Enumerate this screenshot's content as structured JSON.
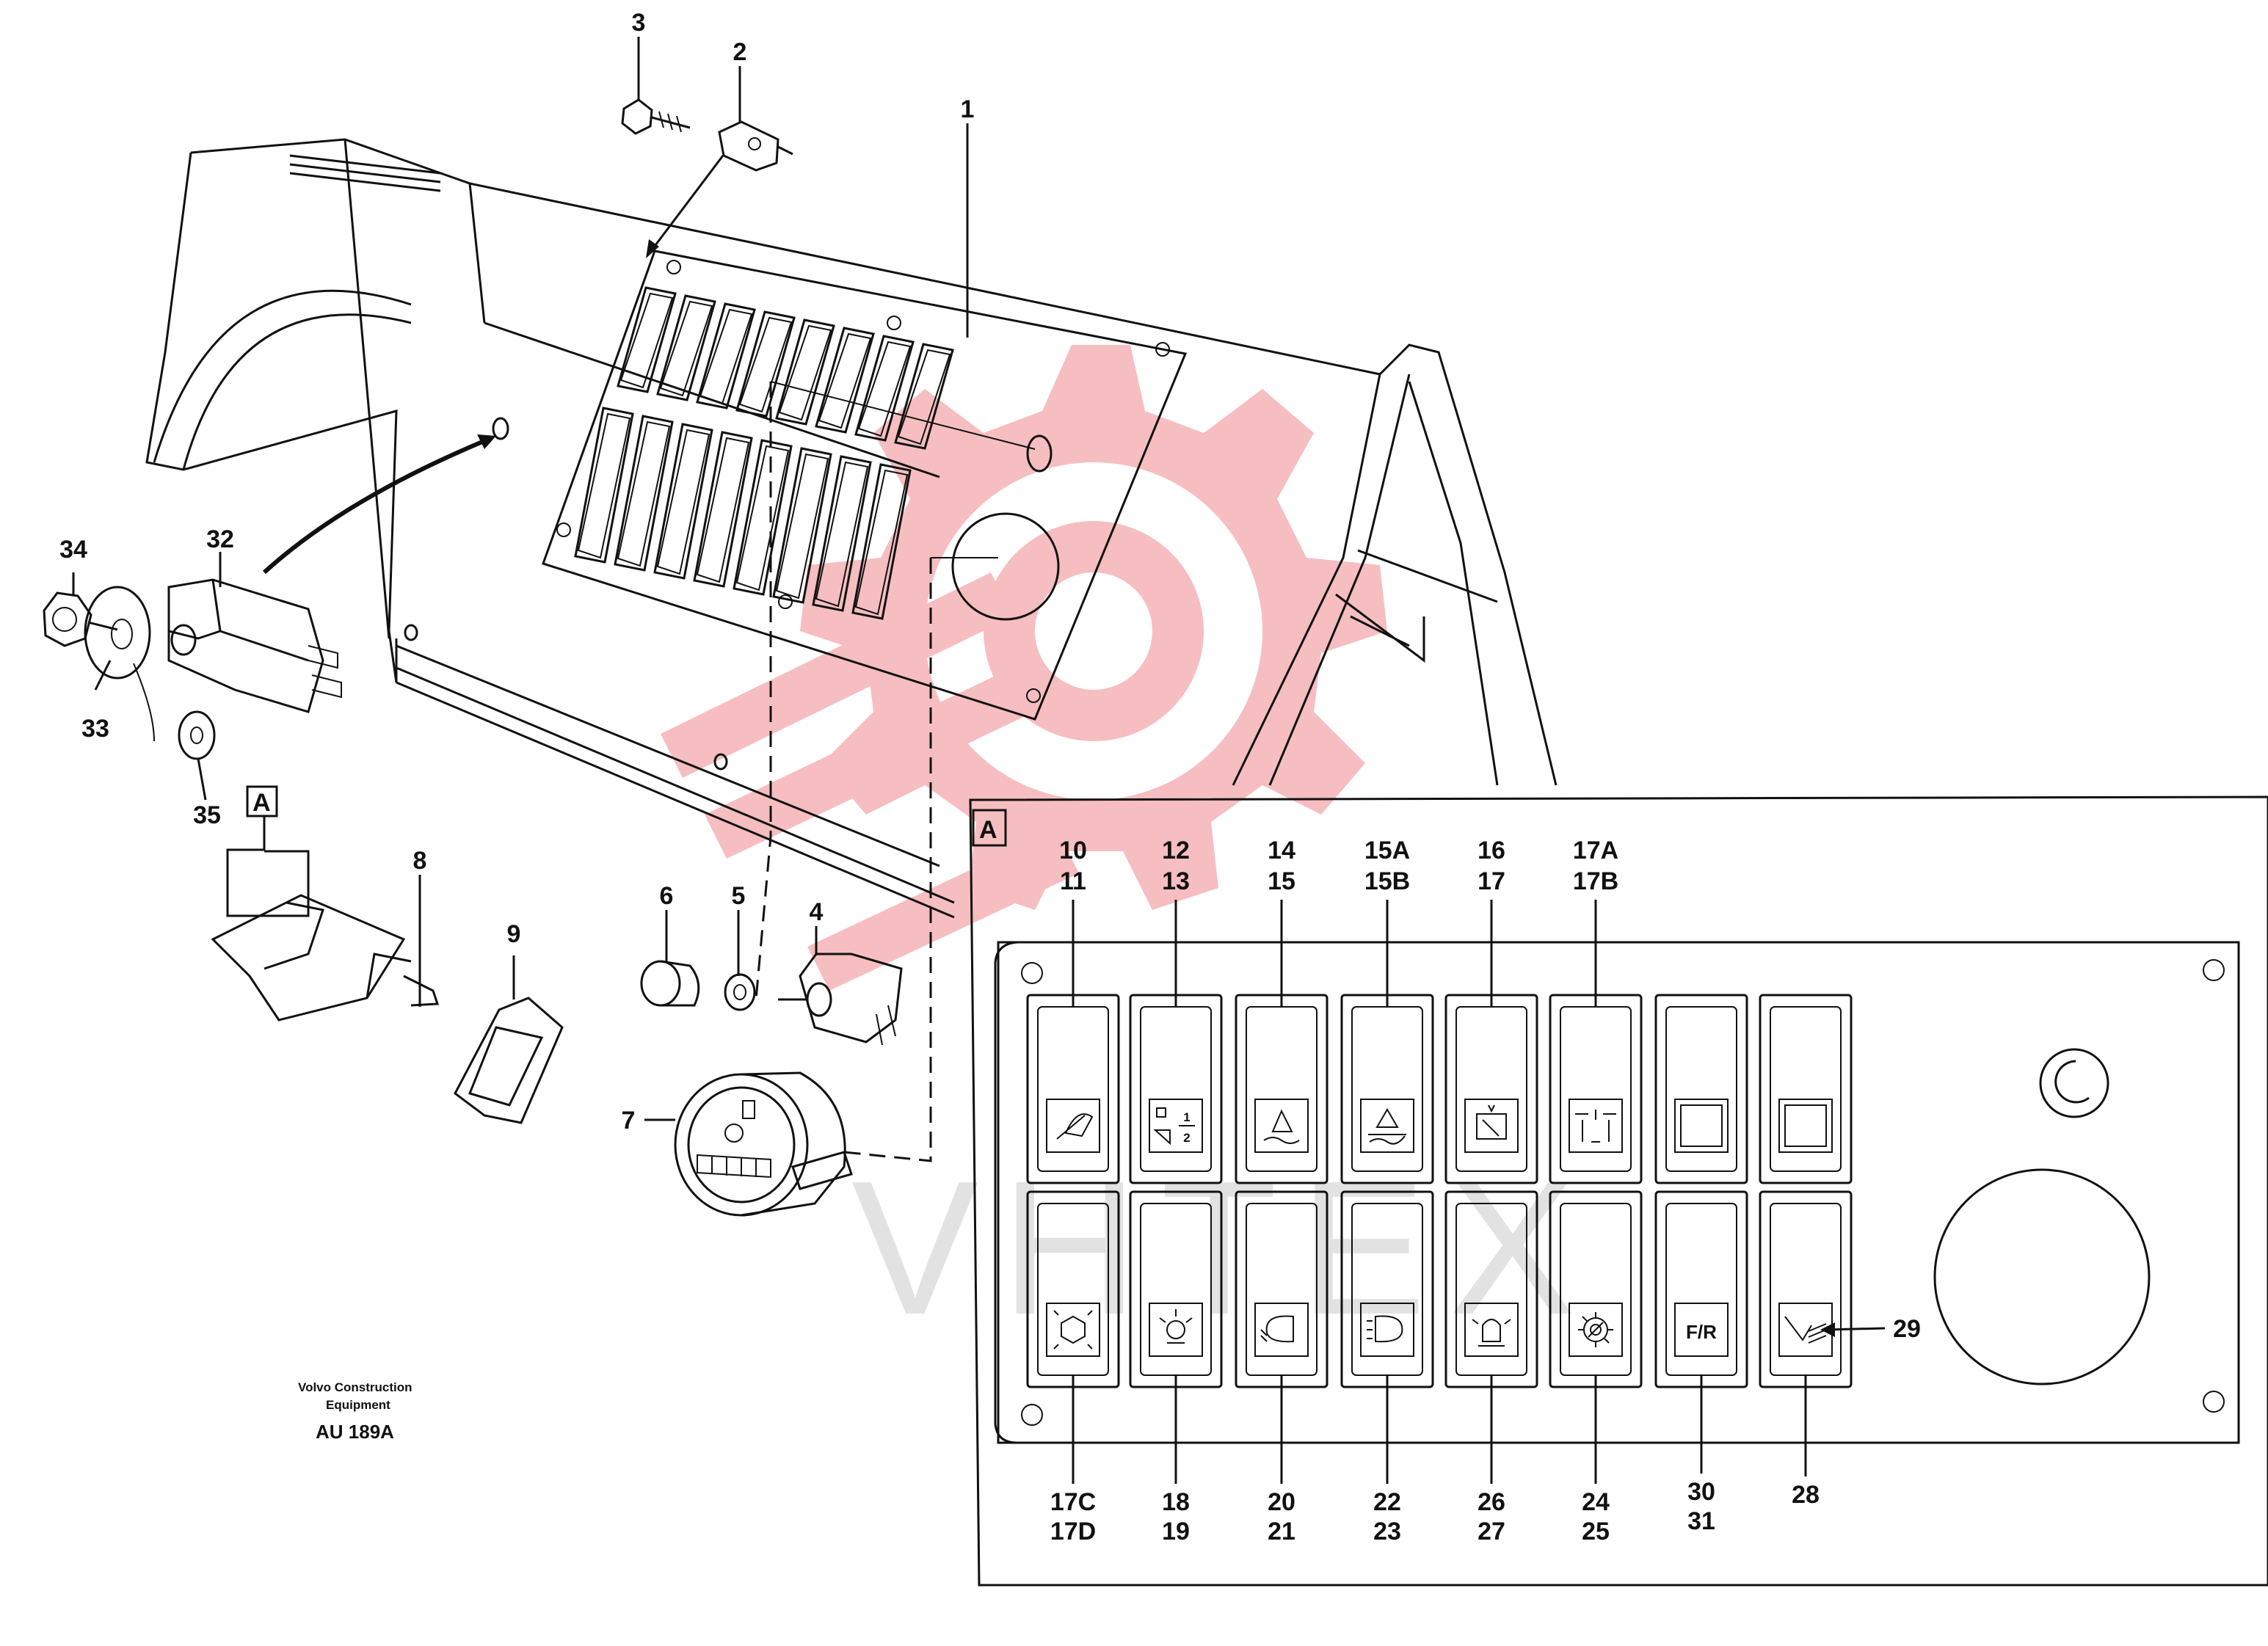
{
  "watermark": {
    "brand_color": "#f2a6aa",
    "text": "VHTEX",
    "text_color": "#d9d9d9"
  },
  "credit": {
    "line1": "Volvo Construction",
    "line2": "Equipment",
    "code": "AU 189A"
  },
  "detail_marker": "A",
  "part_labels": [
    {
      "id": "p1",
      "text": "1"
    },
    {
      "id": "p2",
      "text": "2"
    },
    {
      "id": "p3",
      "text": "3"
    },
    {
      "id": "p4",
      "text": "4"
    },
    {
      "id": "p5",
      "text": "5"
    },
    {
      "id": "p6",
      "text": "6"
    },
    {
      "id": "p7",
      "text": "7"
    },
    {
      "id": "p8",
      "text": "8"
    },
    {
      "id": "p9",
      "text": "9"
    },
    {
      "id": "p32",
      "text": "32"
    },
    {
      "id": "p33",
      "text": "33"
    },
    {
      "id": "p34",
      "text": "34"
    },
    {
      "id": "p35",
      "text": "35"
    }
  ],
  "switch_labels_top": [
    {
      "l1": "10",
      "l2": "11"
    },
    {
      "l1": "12",
      "l2": "13"
    },
    {
      "l1": "14",
      "l2": "15"
    },
    {
      "l1": "15A",
      "l2": "15B"
    },
    {
      "l1": "16",
      "l2": "17"
    },
    {
      "l1": "17A",
      "l2": "17B"
    }
  ],
  "switch_labels_bottom": [
    {
      "l1": "17C",
      "l2": "17D"
    },
    {
      "l1": "18",
      "l2": "19"
    },
    {
      "l1": "20",
      "l2": "21"
    },
    {
      "l1": "22",
      "l2": "23"
    },
    {
      "l1": "26",
      "l2": "27"
    },
    {
      "l1": "24",
      "l2": "25"
    },
    {
      "l1": "30",
      "l2": "31"
    },
    {
      "l1": "28",
      "l2": ""
    }
  ],
  "label_29": "29",
  "icon_texts": {
    "ratio_top": "1",
    "ratio_bottom": "2",
    "fr": "F/R"
  }
}
